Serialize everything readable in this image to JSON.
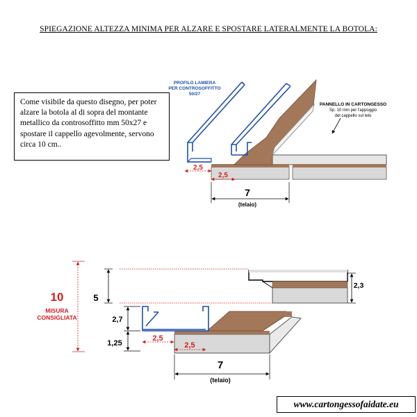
{
  "title": "SPIEGAZIONE ALTEZZA MINIMA PER ALZARE E SPOSTARE LATERALMENTE LA BOTOLA:",
  "note_text": "Come visibile da questo disegno, per poter alzare la botola al di sopra del montante metallico da  controsoffitto mm 50x27 e spostare il cappello agevolmente, servono circa 10 cm..",
  "top_figure": {
    "profile_label_lines": [
      "PROFILO LAMIERA",
      "PER CONTROSOFFITTO",
      "50/27"
    ],
    "panel_label_lines": [
      "PANNELLO IN CARTONGESSO",
      "Sp. 10 mm per l'appoggio",
      "del cappello sul telo"
    ],
    "dim_left": "2,5",
    "dim_right": "2,5",
    "dim_frame": "7",
    "frame_label": "(telaio)"
  },
  "bottom_figure": {
    "recommended_value": "10",
    "recommended_label_lines": [
      "MISURA",
      "CONSIGLIATA"
    ],
    "dim_total": "5",
    "dim_profile": "2,7",
    "dim_base": "1,25",
    "dim_lid": "2,3",
    "dim_left": "2,5",
    "dim_right": "2,5",
    "dim_frame": "7",
    "frame_label": "(telaio)"
  },
  "footer_url": "www.cartongessofaidate.eu",
  "colors": {
    "profile_blue": "#1f4fa8",
    "wood_brown": "#a3785a",
    "gypsum_grey": "#d9d9d9",
    "dim_red": "#d22020",
    "guide_red": "#e04040"
  }
}
